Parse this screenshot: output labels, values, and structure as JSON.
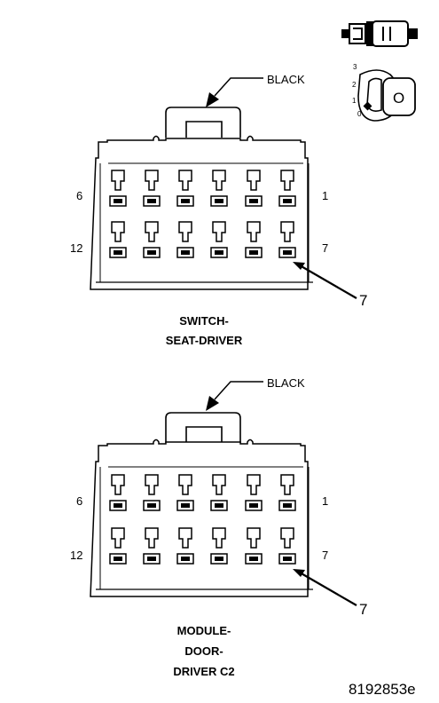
{
  "figure_id": "8192853e",
  "key_icon_positions": [
    "3",
    "2",
    "1",
    "0"
  ],
  "key_icon_letter": "O",
  "connectors": [
    {
      "color_label": "BLACK",
      "pin_left_top": "6",
      "pin_right_top": "1",
      "pin_left_bottom": "12",
      "pin_right_bottom": "7",
      "callout_pin": "7",
      "name_lines": [
        "SWITCH-",
        "SEAT-DRIVER"
      ]
    },
    {
      "color_label": "BLACK",
      "pin_left_top": "6",
      "pin_right_top": "1",
      "pin_left_bottom": "12",
      "pin_right_bottom": "7",
      "callout_pin": "7",
      "name_lines": [
        "MODULE-",
        "DOOR-",
        "DRIVER C2"
      ]
    }
  ]
}
